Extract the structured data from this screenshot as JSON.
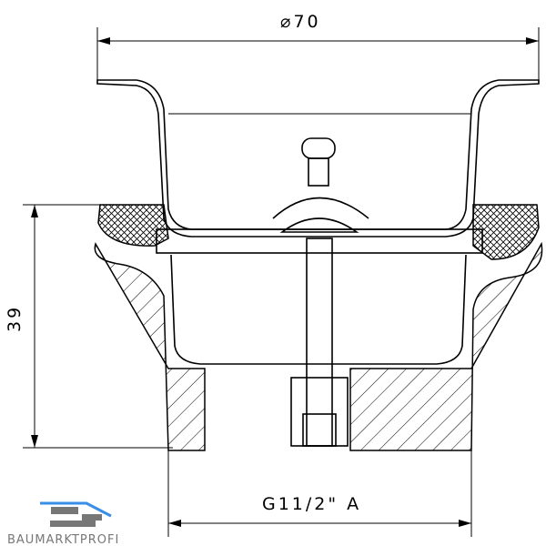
{
  "dimensions": {
    "diameter_label": "⌀70",
    "height_label": "39",
    "thread_label": "G11/2\"  A"
  },
  "logo": {
    "text": "BAUMARKTPROFI",
    "accent_color": "#3a8ee6",
    "gray_color": "#777777"
  }
}
